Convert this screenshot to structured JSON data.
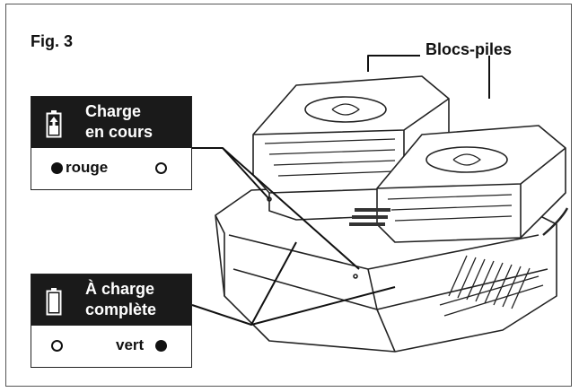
{
  "figure_label": "Fig. 3",
  "callout_label": "Blocs-piles",
  "legends": [
    {
      "title_line1": "Charge",
      "title_line2": "en cours",
      "icon": "battery-charging-icon",
      "left_led_label": "rouge",
      "left_led": "on",
      "right_led": "off",
      "on_color": "#111111"
    },
    {
      "title_line1": "À charge",
      "title_line2": "complète",
      "icon": "battery-full-icon",
      "right_led_label": "vert",
      "left_led": "off",
      "right_led": "on",
      "on_color": "#111111"
    }
  ]
}
